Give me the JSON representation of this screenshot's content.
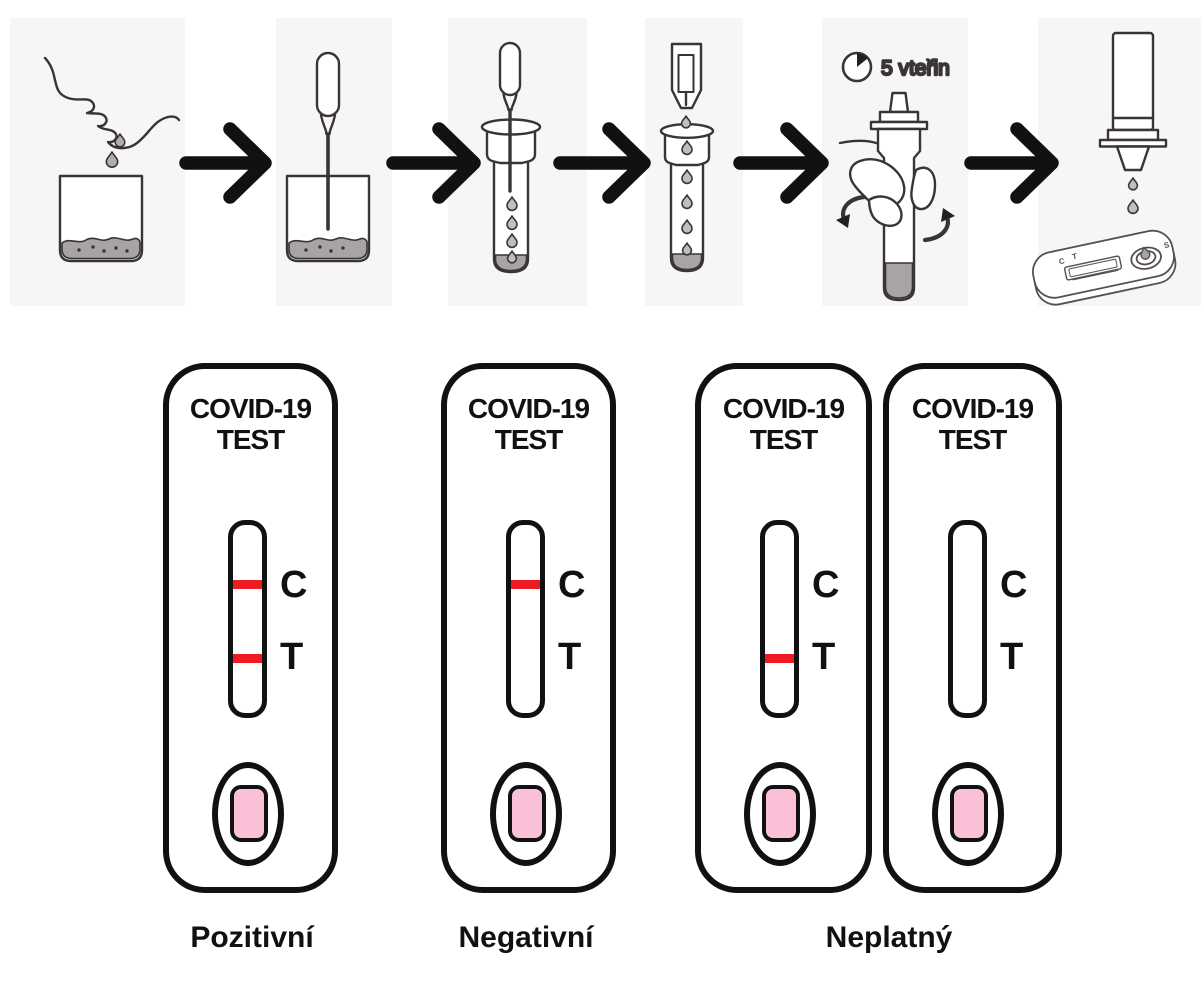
{
  "colors": {
    "line_red": "#ee1b23",
    "well_pink": "#f9c0d8",
    "ink_outline": "#3a3436",
    "liquid_gray": "#a8a3a4",
    "arrow_black": "#111111",
    "tile_band": "#f7f6f6"
  },
  "top_row": {
    "timer_label": "5 vteřin",
    "timer_icon": "stopwatch-wedge-icon",
    "steps": [
      {
        "name": "spit-saliva-into-cup"
      },
      {
        "name": "pipette-in-cup"
      },
      {
        "name": "pipette-drips-into-tube"
      },
      {
        "name": "dropper-drips-into-tube"
      },
      {
        "name": "cap-tube-and-mix"
      },
      {
        "name": "drop-sample-onto-cassette"
      }
    ],
    "cassette3d": {
      "c_mark": "C",
      "t_mark": "T",
      "s_mark": "S"
    }
  },
  "cassettes": [
    {
      "title_line1": "COVID-19",
      "title_line2": "TEST",
      "c_label": "C",
      "t_label": "T",
      "show_c_line": true,
      "show_t_line": true
    },
    {
      "title_line1": "COVID-19",
      "title_line2": "TEST",
      "c_label": "C",
      "t_label": "T",
      "show_c_line": true,
      "show_t_line": false
    },
    {
      "title_line1": "COVID-19",
      "title_line2": "TEST",
      "c_label": "C",
      "t_label": "T",
      "show_c_line": false,
      "show_t_line": true
    },
    {
      "title_line1": "COVID-19",
      "title_line2": "TEST",
      "c_label": "C",
      "t_label": "T",
      "show_c_line": false,
      "show_t_line": false
    }
  ],
  "captions": [
    {
      "text": "Pozitivní"
    },
    {
      "text": "Negativní"
    },
    {
      "text": "Neplatný"
    }
  ]
}
